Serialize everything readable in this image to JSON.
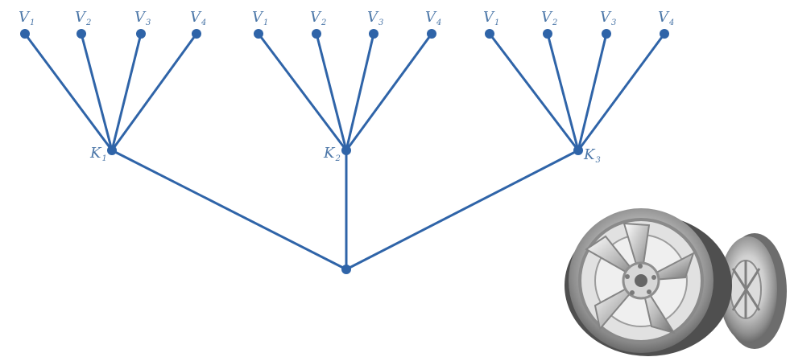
{
  "diagram": {
    "root": {
      "label": ""
    },
    "groups": [
      {
        "label": {
          "main": "K",
          "sub": "1"
        },
        "leaves": [
          {
            "main": "V",
            "sub": "1"
          },
          {
            "main": "V",
            "sub": "2"
          },
          {
            "main": "V",
            "sub": "3"
          },
          {
            "main": "V",
            "sub": "4"
          }
        ]
      },
      {
        "label": {
          "main": "K",
          "sub": "2"
        },
        "leaves": [
          {
            "main": "V",
            "sub": "1"
          },
          {
            "main": "V",
            "sub": "2"
          },
          {
            "main": "V",
            "sub": "3"
          },
          {
            "main": "V",
            "sub": "4"
          }
        ]
      },
      {
        "label": {
          "main": "K",
          "sub": "3"
        },
        "leaves": [
          {
            "main": "V",
            "sub": "1"
          },
          {
            "main": "V",
            "sub": "2"
          },
          {
            "main": "V",
            "sub": "3"
          },
          {
            "main": "V",
            "sub": "4"
          }
        ]
      }
    ],
    "colors": {
      "edge": "#2f64a8",
      "node": "#2f64a8",
      "label": "#4c77a8"
    },
    "image": {
      "name": "alloy-wheels-image"
    }
  }
}
